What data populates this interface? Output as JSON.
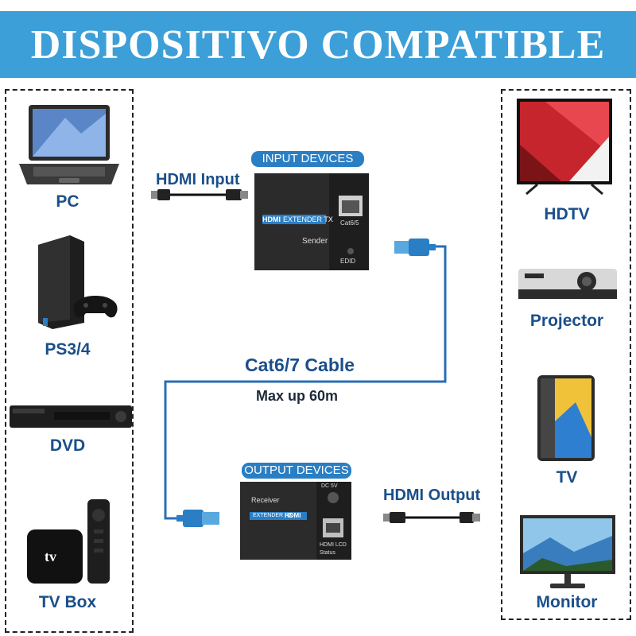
{
  "title": "DISPOSITIVO COMPATIBLE",
  "sources": [
    {
      "label": "PC",
      "icon": "laptop-icon"
    },
    {
      "label": "PS3/4",
      "icon": "game-console-icon"
    },
    {
      "label": "DVD",
      "icon": "dvd-player-icon"
    },
    {
      "label": "TV Box",
      "icon": "tv-box-icon"
    }
  ],
  "displays": [
    {
      "label": "HDTV",
      "icon": "hdtv-icon"
    },
    {
      "label": "Projector",
      "icon": "projector-icon"
    },
    {
      "label": "TV",
      "icon": "tablet-icon"
    },
    {
      "label": "Monitor",
      "icon": "monitor-icon"
    }
  ],
  "input": {
    "badge": "INPUT DEVICES",
    "cable_label": "HDMI Input",
    "device_brand": "HDMI",
    "device_model": "EXTENDER TX",
    "device_role": "Sender",
    "port_label": "Cat6/5",
    "edid_label": "EDID"
  },
  "cable": {
    "label": "Cat6/7 Cable",
    "sublabel": "Max up 60m"
  },
  "output": {
    "badge": "OUTPUT DEVICES",
    "cable_label": "HDMI Output",
    "device_brand": "HDMI",
    "device_model": "EXTENDER RX",
    "device_role": "Receiver",
    "port_label": "HDMI LCD",
    "power_label": "DC 5V",
    "status_label": "Status"
  },
  "colors": {
    "banner": "#3d9fd8",
    "label": "#1a4f8a",
    "cable_line": "#2a6fb5",
    "badge": "#2a7fc4",
    "device_body": "#2b2b2b"
  }
}
